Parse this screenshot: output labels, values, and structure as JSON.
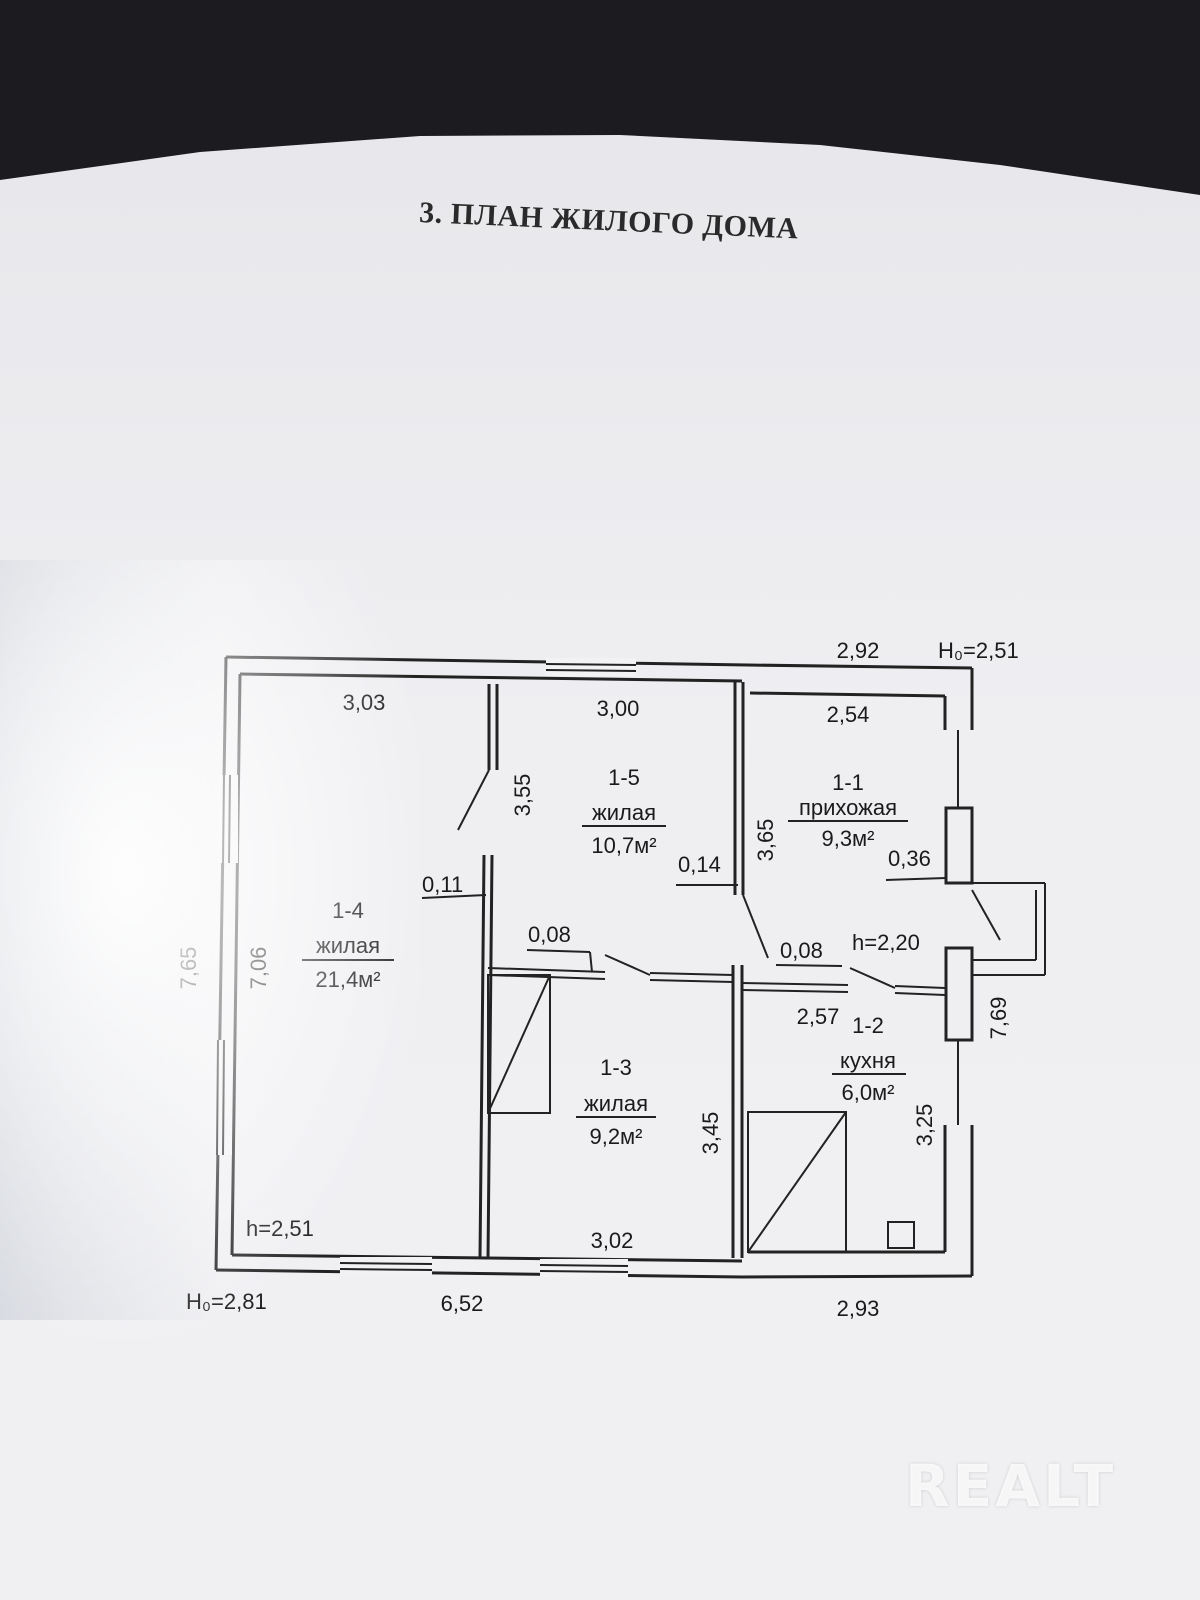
{
  "title": "3. ПЛАН ЖИЛОГО ДОМА",
  "rooms": [
    {
      "id": "1-4",
      "name": "жилая",
      "area": "21,4м²"
    },
    {
      "id": "1-5",
      "name": "жилая",
      "area": "10,7м²"
    },
    {
      "id": "1-1",
      "name": "прихожая",
      "area": "9,3м²"
    },
    {
      "id": "1-3",
      "name": "жилая",
      "area": "9,2м²"
    },
    {
      "id": "1-2",
      "name": "кухня",
      "area": "6,0м²"
    }
  ],
  "dimensions": {
    "top_annex": "2,92",
    "h0_top": "H₀=2,51",
    "room14_top": "3,03",
    "room15_top": "3,00",
    "room11_top": "2,54",
    "room15_side": "3,55",
    "room11_side": "3,65",
    "wall_011": "0,11",
    "wall_014": "0,14",
    "wall_036": "0,36",
    "wall_008a": "0,08",
    "wall_008b": "0,08",
    "h_kitchen": "h=2,20",
    "outer_left": "7,65",
    "inner_left": "7,06",
    "outer_right": "7,69",
    "room12_top": "2,57",
    "room13_side": "3,45",
    "room12_side": "3,25",
    "h_main": "h=2,51",
    "room13_bottom": "3,02",
    "h0_bottom": "H₀=2,81",
    "bottom_main": "6,52",
    "bottom_annex": "2,93"
  },
  "watermark": "REALT",
  "colors": {
    "paper": "#efeff2",
    "ink": "#222222",
    "background": "#1c1b1f"
  }
}
